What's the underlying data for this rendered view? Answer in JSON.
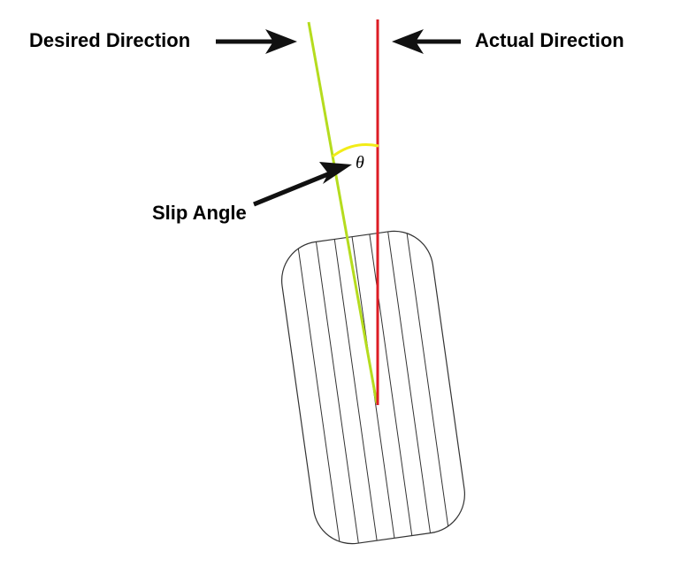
{
  "labels": {
    "desired_direction": "Desired Direction",
    "actual_direction": "Actual Direction",
    "slip_angle": "Slip Angle",
    "angle_symbol": "θ"
  },
  "colors": {
    "desired_line": "#b5dc1e",
    "actual_line": "#dd1c24",
    "angle_arc": "#f2ec18",
    "arrows": "#111111",
    "tire_outline": "#333333",
    "tread_lines": "#333333"
  },
  "icons": {
    "desired_pointer": "arrow-right-icon",
    "actual_pointer": "arrow-left-icon",
    "slip_pointer": "arrow-up-right-icon"
  }
}
